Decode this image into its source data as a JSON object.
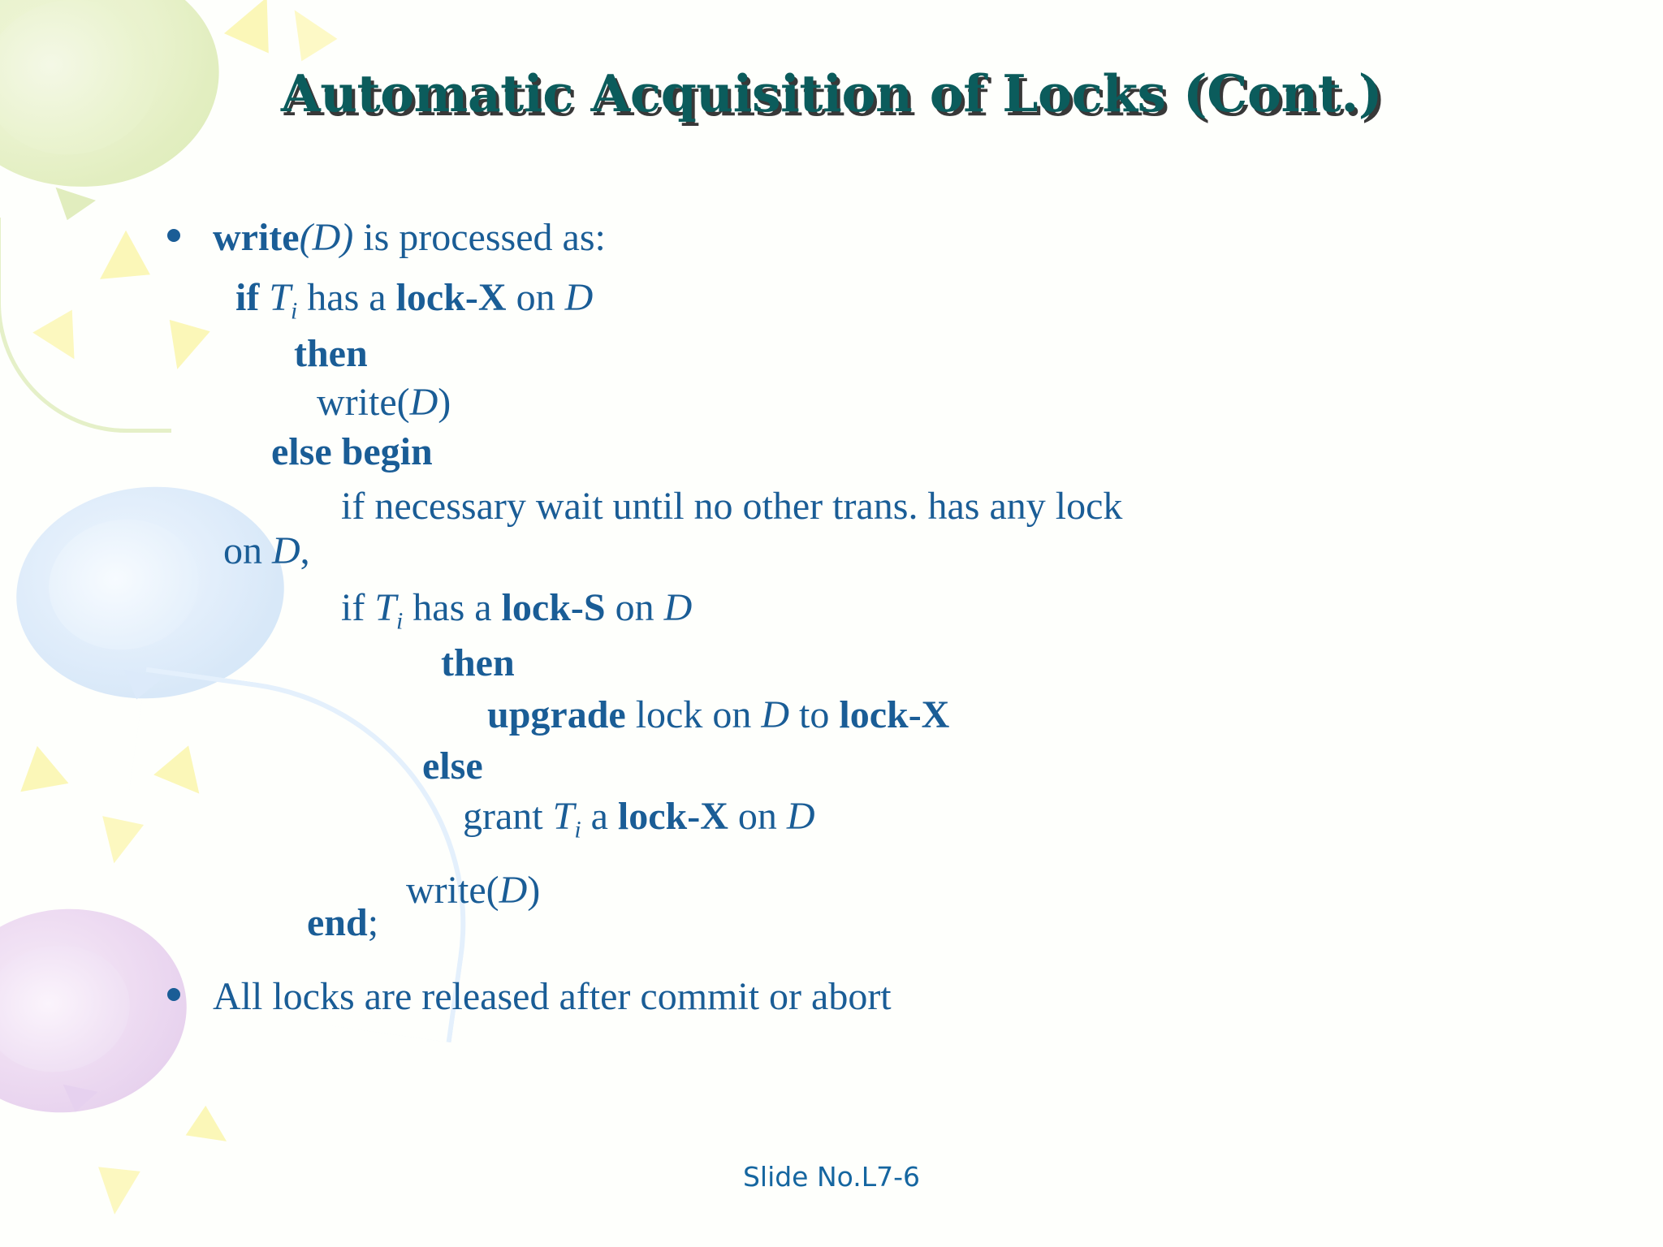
{
  "slide": {
    "title": "Automatic Acquisition of Locks (Cont.)",
    "footer": "Slide No.L7-6",
    "colors": {
      "title": "#0b5c5c",
      "body_text": "#1a5d96",
      "footer_text": "#1566a0",
      "background": "#fefffc",
      "balloon_green": "#e2eec0",
      "balloon_blue": "#d8e8f8",
      "balloon_purple": "#e7d2ee",
      "confetti_yellow": "#fbf7b8"
    }
  },
  "body": {
    "bullet1": {
      "marker": "bullet-dot",
      "kw": "write",
      "arg": "(D)",
      "rest": " is processed as:"
    },
    "code": {
      "line_if_x": {
        "kw_if": "if",
        "t": "T",
        "sub": "i",
        "has": " has a  ",
        "kw_lock": "lock-X",
        "on": " on ",
        "d": "D"
      },
      "line_then1": "then",
      "line_write1": {
        "text": "write(",
        "d": "D",
        "close": ")"
      },
      "line_else_begin": "else begin",
      "line_wait": "if necessary wait until no other trans. has any lock",
      "line_on_d": {
        "on": "on ",
        "d": "D",
        "comma": ","
      },
      "line_if_s": {
        "kw_if": "if",
        "t": "T",
        "sub": "i",
        "has": " has a ",
        "kw_lock": "lock-S",
        "on": " on ",
        "d": "D"
      },
      "line_then2": "then",
      "line_upgrade": {
        "kw": "upgrade",
        "mid": " lock on ",
        "d": "D",
        "to": "  to ",
        "kw2": "lock-X"
      },
      "line_else2": "else",
      "line_grant": {
        "grant": "grant ",
        "t": "T",
        "sub": "i",
        "a": " a ",
        "kw": "lock-X",
        "on": " on ",
        "d": "D"
      },
      "line_write2": {
        "text": "write(",
        "d": "D",
        "close": ")"
      },
      "line_end": {
        "kw": "end",
        "semi": ";"
      }
    },
    "bullet2": {
      "marker": "bullet-dot",
      "text": "All locks are released after commit or abort"
    }
  }
}
